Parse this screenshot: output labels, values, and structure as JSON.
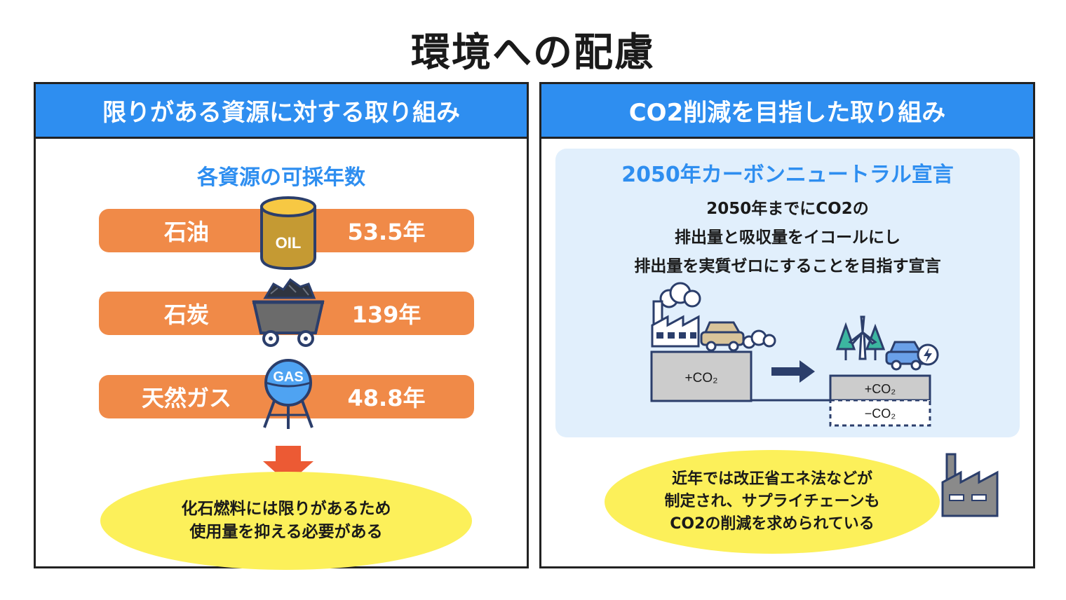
{
  "title": "環境への配慮",
  "left_panel": {
    "header": "限りがある資源に対する取り組み",
    "subtitle": "各資源の可採年数",
    "resources": [
      {
        "name": "石油",
        "years": "53.5年",
        "icon": "oil-barrel-icon",
        "icon_label": "OIL"
      },
      {
        "name": "石炭",
        "years": "139年",
        "icon": "coal-cart-icon"
      },
      {
        "name": "天然ガス",
        "years": "48.8年",
        "icon": "gas-tank-icon",
        "icon_label": "GAS"
      }
    ],
    "arrow_icon": "down-arrow-icon",
    "note_lines": [
      "化石燃料には限りがあるため",
      "使用量を抑える必要がある"
    ]
  },
  "right_panel": {
    "header": "CO2削減を目指した取り組み",
    "declaration": {
      "title": "2050年カーボンニュートラル宣言",
      "lines": [
        "2050年までにCO2の",
        "排出量と吸収量をイコールにし",
        "排出量を実質ゼロにすることを目指す宣言"
      ],
      "plus_co2_left": "+CO₂",
      "plus_co2_right": "+CO₂",
      "minus_co2": "−CO₂"
    },
    "note_lines": [
      "近年では改正省エネ法などが",
      "制定され、サプライチェーンも",
      "CO2の削減を求められている"
    ],
    "factory_icon": "factory-icon"
  },
  "colors": {
    "header_blue": "#2e8ef0",
    "bar_orange": "#f08a48",
    "note_yellow": "#fcf05a",
    "decl_bg": "#e1effc",
    "navy": "#2b3e6b",
    "arrow_red": "#ec5a34"
  }
}
